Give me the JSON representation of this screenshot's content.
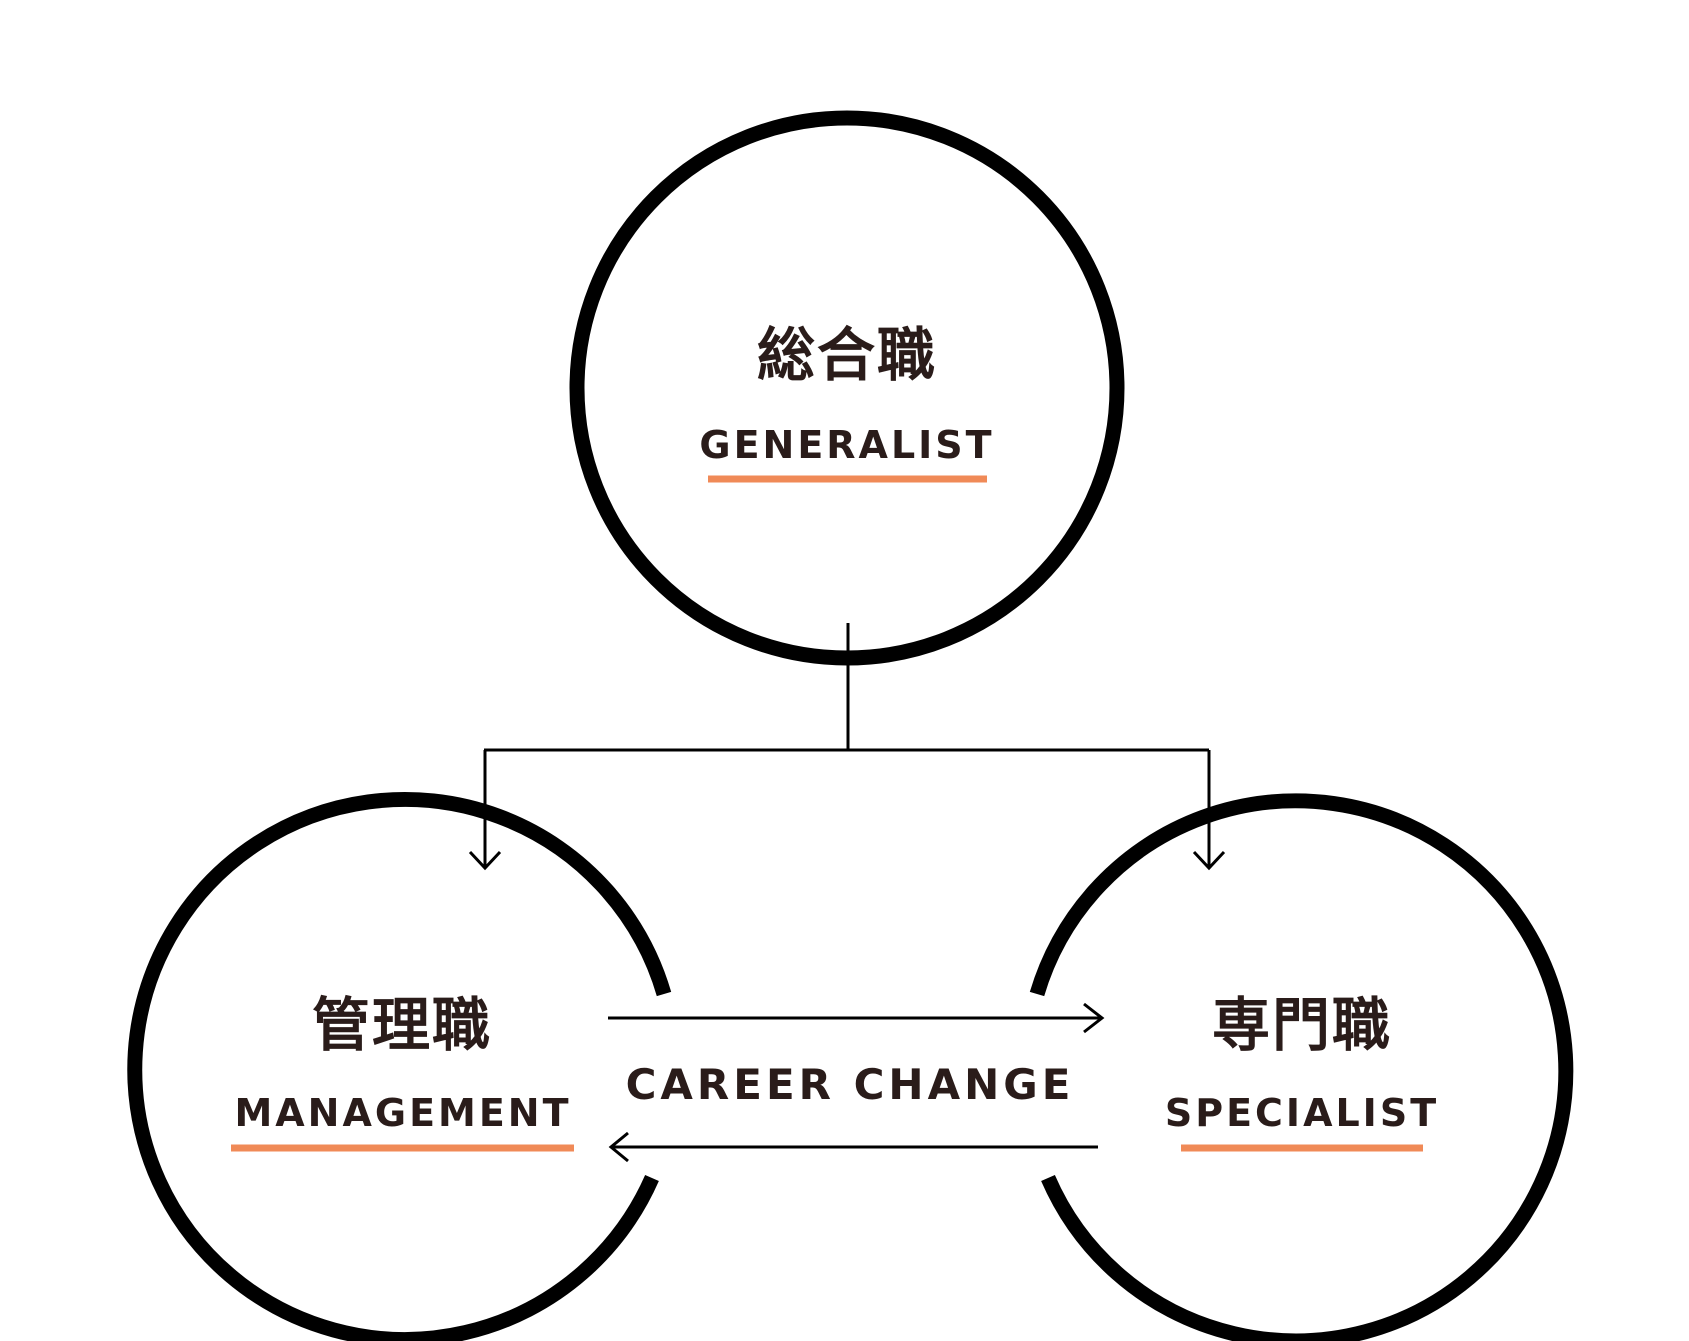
{
  "colors": {
    "stroke": "#000000",
    "text": "#2a1c1a",
    "underline": "#f08a57"
  },
  "nodes": {
    "generalist": {
      "label_jp": "総合職",
      "label_en": "GENERALIST"
    },
    "management": {
      "label_jp": "管理職",
      "label_en": "MANAGEMENT"
    },
    "specialist": {
      "label_jp": "専門職",
      "label_en": "SPECIALIST"
    }
  },
  "connector": {
    "label": "CAREER CHANGE"
  }
}
